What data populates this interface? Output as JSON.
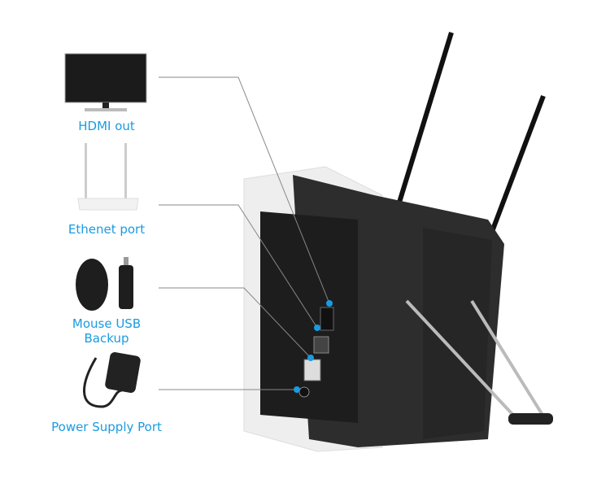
{
  "labels": {
    "hdmi": "HDMI out",
    "ethernet": "Ethenet port",
    "mouse_line1": "Mouse USB",
    "mouse_line2": "Backup",
    "power": "Power Supply Port"
  },
  "colors": {
    "accent": "#1a9be0",
    "device": "#2a2a2a",
    "leader": "#888888"
  }
}
